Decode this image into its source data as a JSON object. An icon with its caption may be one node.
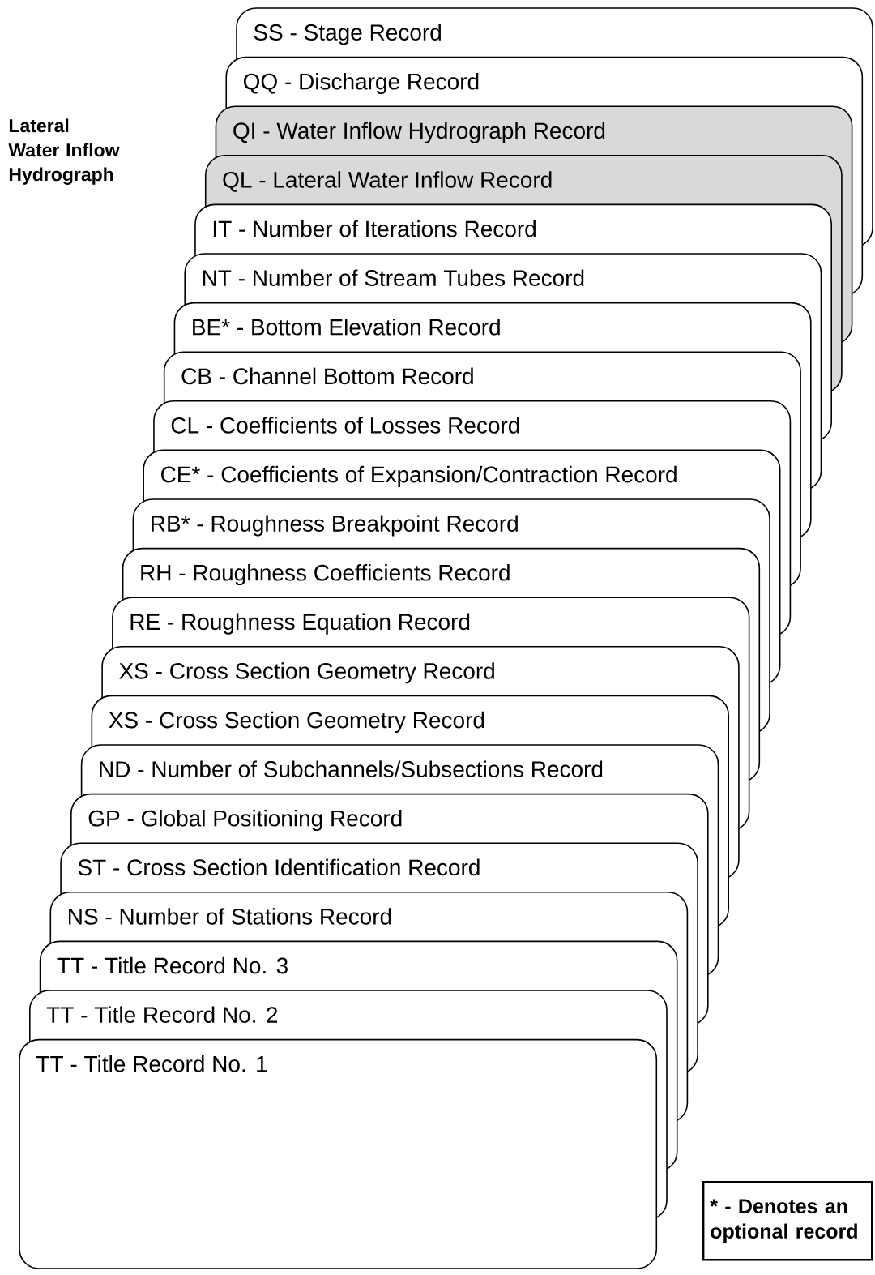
{
  "diagram": {
    "nodes": [
      {
        "text": [
          "SS - Stage Record"
        ]
      },
      {
        "text": [
          "QQ - Discharge Record"
        ]
      },
      {
        "text": [
          "QI - Water Inflow Hydrograph Record"
        ]
      },
      {
        "text": [
          "QL - Lateral Water Inflow Record"
        ]
      },
      {
        "text": [
          "IT - Number of Iterations  Record"
        ]
      },
      {
        "text": [
          "NT - Number of Stream Tubes Record"
        ]
      },
      {
        "text": [
          "BE* - Bottom Elevation Record"
        ]
      },
      {
        "text": [
          "CB - Channel Bottom Record"
        ]
      },
      {
        "text": [
          "CL - Coefficients of Losses Record"
        ]
      },
      {
        "text": [
          "CE* - Coefficients of Expansion/Contraction Record"
        ]
      },
      {
        "text": [
          "RB* - Roughness Breakpoint Record"
        ]
      },
      {
        "text": [
          "RH - Roughness Coefficients Record"
        ]
      },
      {
        "text": [
          "RE - Roughness Equation Record"
        ]
      },
      {
        "text": [
          "XS - Cross Section Geometry Record"
        ]
      },
      {
        "text": [
          "XS - Cross Section Geometry Record"
        ]
      },
      {
        "text": [
          "ND - Number of Subchannels/Subsections Record"
        ]
      },
      {
        "text": [
          "GP - Global Positioning Record"
        ]
      },
      {
        "text": [
          "ST - Cross Section Identification Record"
        ]
      },
      {
        "text": [
          "NS - Number of Stations Record"
        ]
      },
      {
        "text": [
          "TT - Title Record No. 3"
        ]
      },
      {
        "text": [
          "TT - Title Record No. 2"
        ]
      },
      {
        "text": [
          "TT - Title Record No. 1"
        ]
      },
      {
        "text": [
          "* - Denotes an optional record"
        ]
      }
    ],
    "edges": [],
    "labels": [
      "Lateral Water Inflow Hydrograph"
    ]
  }
}
